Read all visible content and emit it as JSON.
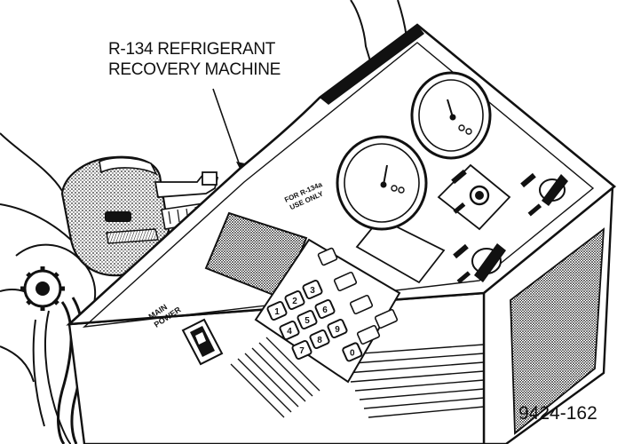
{
  "callout": {
    "line1": "R-134 REFRIGERANT",
    "line2": "RECOVERY MACHINE"
  },
  "figure_number": "9424-162",
  "panel": {
    "gauge_label": "FOR R-134a USE ONLY",
    "main_power_label": "MAIN POWER",
    "keypad_keys": [
      "1",
      "2",
      "3",
      "4",
      "5",
      "6",
      "7",
      "8",
      "9",
      "0"
    ]
  },
  "colors": {
    "ink": "#111111",
    "paper": "#ffffff"
  }
}
